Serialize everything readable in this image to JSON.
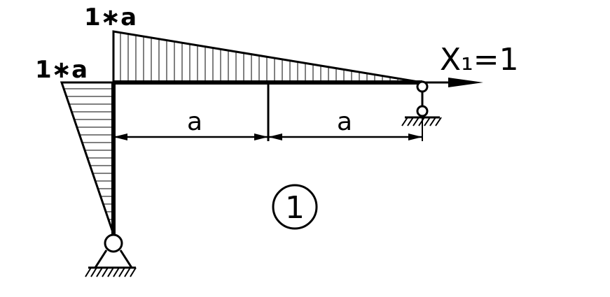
{
  "diagram": {
    "moment_label_top": "1∗a",
    "moment_label_left": "1∗a",
    "force_label": "X₁=1",
    "span_left_label": "a",
    "span_right_label": "a",
    "state_number": "1",
    "ink_color": "#000000",
    "background_color": "#ffffff"
  }
}
